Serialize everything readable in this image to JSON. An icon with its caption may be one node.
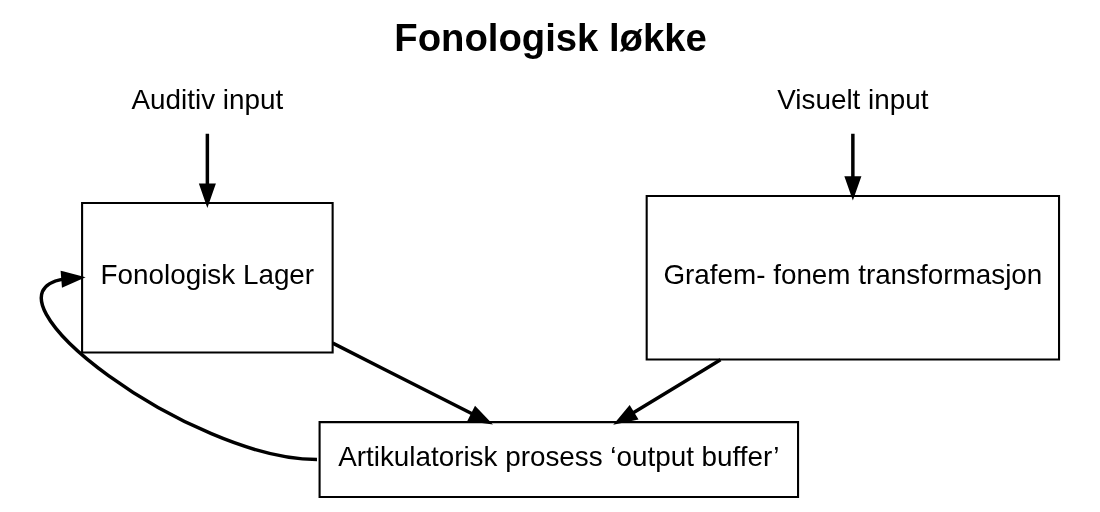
{
  "diagram": {
    "title": "Fonologisk løkke",
    "nodes": [
      {
        "text": [
          "Auditiv input"
        ]
      },
      {
        "text": [
          "Fonologisk Lager"
        ]
      },
      {
        "text": [
          "Visuelt input"
        ]
      },
      {
        "text": [
          "Grafem- fonem transformasjon"
        ]
      },
      {
        "text": [
          "Artikulatorisk prosess ‘output buffer’"
        ]
      }
    ],
    "edges": [
      {
        "from": 0,
        "to": 1,
        "arrow": "to"
      },
      {
        "from": 2,
        "to": 3,
        "arrow": "to"
      },
      {
        "from": 1,
        "to": 4,
        "arrow": "to"
      },
      {
        "from": 3,
        "to": 4,
        "arrow": "to"
      },
      {
        "from": 4,
        "to": 1,
        "arrow": "to"
      }
    ]
  }
}
